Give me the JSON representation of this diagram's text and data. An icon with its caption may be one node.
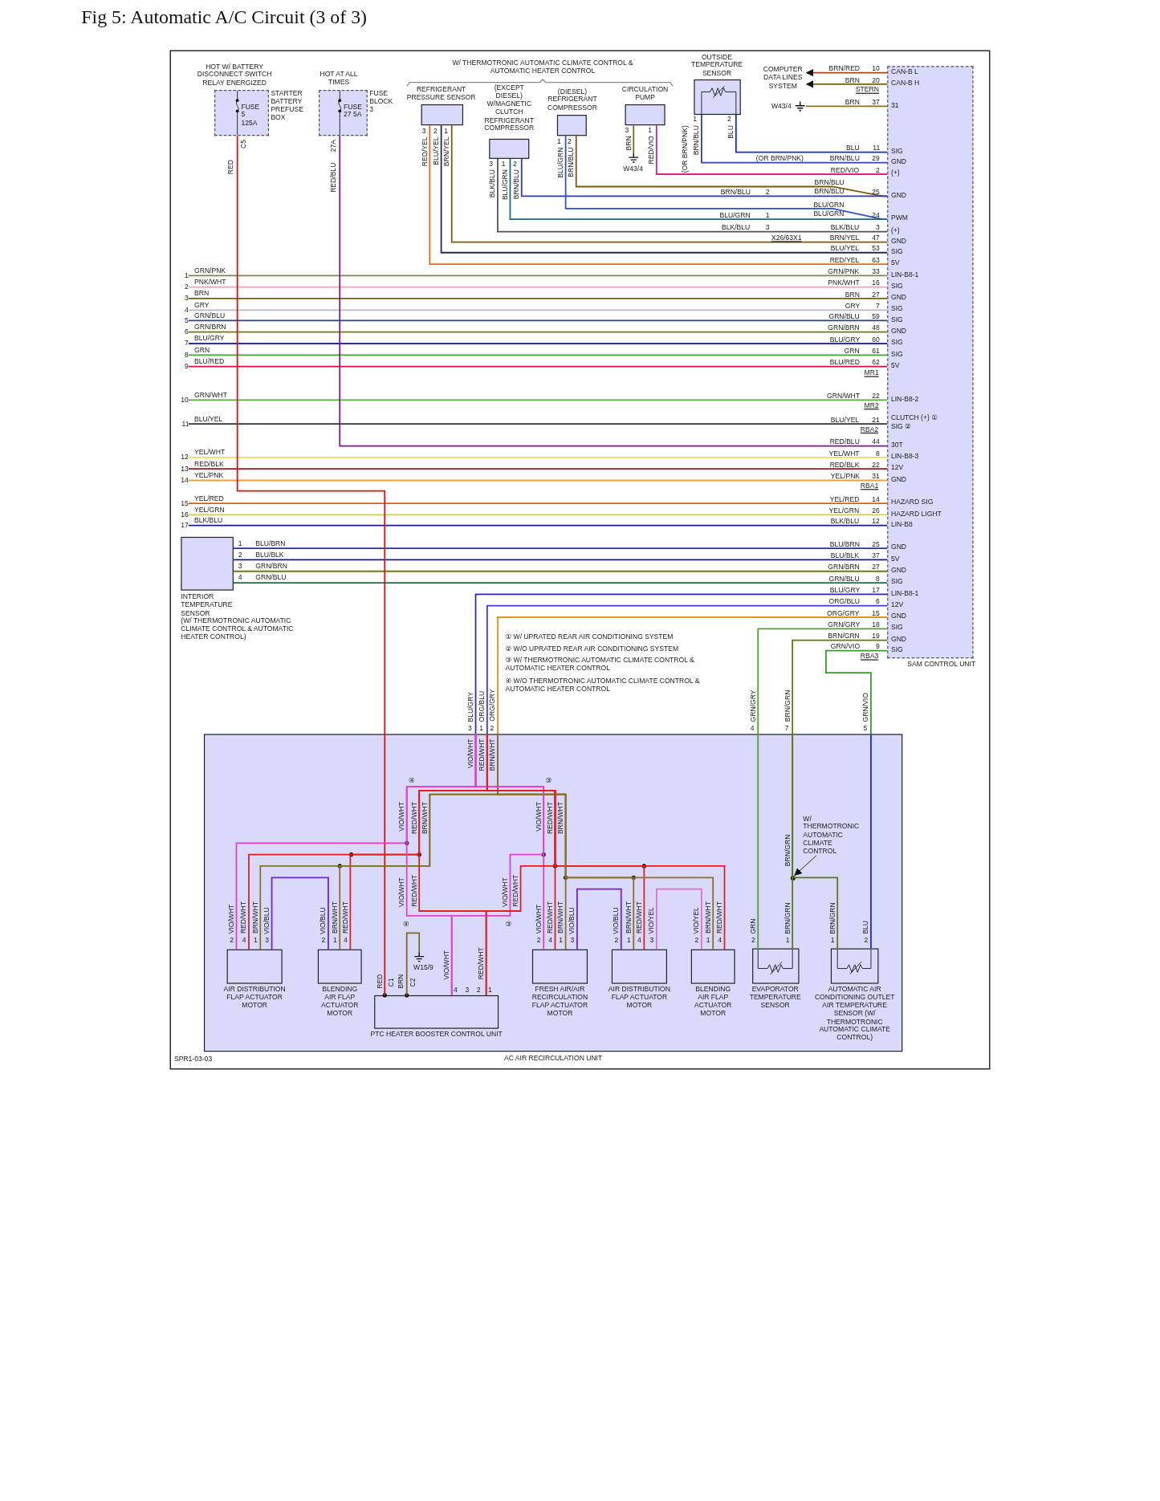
{
  "diagram": {
    "title": "Fig 5: Automatic A/C Circuit (3 of 3)",
    "nodes": [
      {
        "text": [
          "FUSE 5 125A",
          "STARTER BATTERY PREFUSE BOX"
        ],
        "beside": [
          "HOT W/ BATTERY DISCONNECT SWITCH RELAY ENERGIZED",
          "C5"
        ]
      },
      {
        "text": [
          "FUSE 27 5A",
          "FUSE BLOCK 3"
        ],
        "beside": [
          "HOT AT ALL TIMES",
          "27A"
        ]
      },
      {
        "text": [
          "REFRIGERANT PRESSURE SENSOR"
        ],
        "beside": [
          "3",
          "2",
          "1"
        ]
      },
      {
        "text": [
          "(EXCEPT DIESEL) W/MAGNETIC CLUTCH REFRIGERANT COMPRESSOR"
        ],
        "beside": [
          "3",
          "1",
          "2"
        ]
      },
      {
        "text": [
          "(DIESEL) REFRIGERANT COMPRESSOR"
        ],
        "beside": [
          "1",
          "2"
        ]
      },
      {
        "text": [
          "CIRCULATION PUMP"
        ],
        "beside": [
          "3",
          "1"
        ]
      },
      {
        "text": [
          "OUTSIDE TEMPERATURE SENSOR"
        ],
        "beside": [
          "1",
          "2"
        ]
      },
      {
        "text": [
          "COMPUTER DATA LINES SYSTEM"
        ]
      },
      {
        "text": [
          "W43/4"
        ]
      },
      {
        "text": [
          "W43/4"
        ]
      },
      {
        "text": [
          "SAM CONTROL UNIT",
          "CAN-B L",
          "CAN-B H",
          "31",
          "SIG",
          "GND",
          "(+)",
          "GND",
          "PWM",
          "(+)",
          "GND",
          "SIG",
          "5V",
          "LIN-B8-1",
          "SIG",
          "GND",
          "SIG",
          "SIG",
          "GND",
          "SIG",
          "SIG",
          "5V",
          "LIN-B8-2",
          "CLUTCH (+) ①",
          "SIG ②",
          "30T",
          "LIN-B8-3",
          "12V",
          "GND",
          "HAZARD SIG",
          "HAZARD LIGHT",
          "LIN-B8",
          "GND",
          "5V",
          "GND",
          "SIG",
          "LIN-B8-1",
          "12V",
          "GND",
          "SIG",
          "GND",
          "SIG"
        ],
        "beside": [
          "10",
          "20",
          "37",
          "11",
          "29",
          "2",
          "25",
          "24",
          "3",
          "47",
          "53",
          "63",
          "33",
          "16",
          "27",
          "7",
          "59",
          "48",
          "60",
          "61",
          "62",
          "22",
          "21",
          "44",
          "8",
          "22",
          "31",
          "14",
          "26",
          "12",
          "25",
          "37",
          "27",
          "8",
          "17",
          "6",
          "15",
          "18",
          "19",
          "9"
        ]
      },
      {
        "text": [
          "INTERIOR TEMPERATURE SENSOR",
          "(W/ THERMOTRONIC AUTOMATIC CLIMATE CONTROL & AUTOMATIC HEATER CONTROL)"
        ],
        "beside": [
          "1",
          "2",
          "3",
          "4"
        ]
      },
      {
        "text": [
          "AC AIR RECIRCULATION UNIT"
        ],
        "beside": [
          "3",
          "1",
          "2",
          "4",
          "7",
          "5"
        ]
      },
      {
        "text": [
          "AIR DISTRIBUTION FLAP ACTUATOR MOTOR"
        ],
        "beside": [
          "2",
          "4",
          "1",
          "3"
        ],
        "in": 12
      },
      {
        "text": [
          "BLENDING AIR FLAP ACTUATOR MOTOR"
        ],
        "beside": [
          "2",
          "1",
          "4"
        ],
        "in": 12
      },
      {
        "text": [
          "PTC HEATER BOOSTER CONTROL UNIT"
        ],
        "beside": [
          "C1",
          "C2",
          "4",
          "3",
          "2",
          "1"
        ],
        "in": 12
      },
      {
        "text": [
          "W15/9"
        ],
        "in": 12
      },
      {
        "text": [
          "FRESH AIR/AIR RECIRCULATION FLAP ACTUATOR MOTOR"
        ],
        "beside": [
          "2",
          "4",
          "1",
          "3"
        ],
        "in": 12
      },
      {
        "text": [
          "AIR DISTRIBUTION FLAP ACTUATOR MOTOR"
        ],
        "beside": [
          "2",
          "1",
          "4",
          "3"
        ],
        "in": 12
      },
      {
        "text": [
          "BLENDING AIR FLAP ACTUATOR MOTOR"
        ],
        "beside": [
          "2",
          "1",
          "4"
        ],
        "in": 12
      },
      {
        "text": [
          "EVAPORATOR TEMPERATURE SENSOR"
        ],
        "beside": [
          "2",
          "1"
        ],
        "in": 12
      },
      {
        "text": [
          "AUTOMATIC AIR CONDITIONING OUTLET AIR TEMPERATURE SENSOR (W/ THERMOTRONIC AUTOMATIC CLIMATE CONTROL)"
        ],
        "beside": [
          "1",
          "2"
        ],
        "in": 12
      },
      {
        "text": [
          "W/ THERMOTRONIC AUTOMATIC CLIMATE CONTROL"
        ],
        "in": 12
      },
      {
        "text": [
          "1"
        ]
      },
      {
        "text": [
          "2"
        ]
      },
      {
        "text": [
          "3"
        ]
      },
      {
        "text": [
          "4"
        ]
      },
      {
        "text": [
          "5"
        ]
      },
      {
        "text": [
          "6"
        ]
      },
      {
        "text": [
          "7"
        ]
      },
      {
        "text": [
          "8"
        ]
      },
      {
        "text": [
          "9"
        ]
      },
      {
        "text": [
          "10"
        ]
      },
      {
        "text": [
          "11"
        ]
      },
      {
        "text": [
          "12"
        ]
      },
      {
        "text": [
          "13"
        ]
      },
      {
        "text": [
          "14"
        ]
      },
      {
        "text": [
          "15"
        ]
      },
      {
        "text": [
          "16"
        ]
      },
      {
        "text": [
          "17"
        ]
      },
      {
        "text": [],
        "shape": "circle",
        "in": 12
      }
    ],
    "edges": [
      {
        "from": 10,
        "to": 7,
        "arrow": "to",
        "label": "BRN/RED",
        "color": "#b0401c"
      },
      {
        "from": 10,
        "to": 7,
        "arrow": "to",
        "label": "BRN",
        "color": "#7b5b12"
      },
      {
        "from": 9,
        "to": 10,
        "arrow": "none",
        "label": "BRN",
        "color": "#8a7020"
      },
      {
        "from": 6,
        "to": 10,
        "arrow": "none",
        "label": "BLU",
        "color": "#1a2ad0"
      },
      {
        "from": 6,
        "to": 10,
        "arrow": "none",
        "label": "BRN/BLU",
        "color": "#2a40c0"
      },
      {
        "from": 5,
        "to": 10,
        "arrow": "none",
        "label": "RED/VIO",
        "color": "#e0208a"
      },
      {
        "from": 5,
        "to": 8,
        "arrow": "none",
        "label": "BRN",
        "color": "#7b6a20"
      },
      {
        "from": 4,
        "to": 10,
        "arrow": "none",
        "label": "BRN/BLU",
        "color": "#7b5b12"
      },
      {
        "from": 3,
        "to": 10,
        "arrow": "none",
        "label": "BRN/BLU",
        "color": "#2a3ab0"
      },
      {
        "from": 4,
        "to": 10,
        "arrow": "none",
        "label": "BLU/GRN",
        "color": "#2a50d0"
      },
      {
        "from": 3,
        "to": 10,
        "arrow": "none",
        "label": "BLU/GRN",
        "color": "#1a6a7a"
      },
      {
        "from": 3,
        "to": 10,
        "arrow": "none",
        "label": "BLK/BLU",
        "color": "#505050"
      },
      {
        "from": 2,
        "to": 10,
        "arrow": "none",
        "label": "BRN/YEL",
        "color": "#7b5b12"
      },
      {
        "from": 2,
        "to": 10,
        "arrow": "none",
        "label": "BLU/YEL",
        "color": "#202860"
      },
      {
        "from": 2,
        "to": 10,
        "arrow": "none",
        "label": "RED/YEL",
        "color": "#e86a10"
      },
      {
        "from": 23,
        "to": 10,
        "arrow": "none",
        "label": "GRN/PNK",
        "color": "#7a8a40"
      },
      {
        "from": 24,
        "to": 10,
        "arrow": "none",
        "label": "PNK/WHT",
        "color": "#f0a0b4"
      },
      {
        "from": 25,
        "to": 10,
        "arrow": "none",
        "label": "BRN",
        "color": "#7b5b12"
      },
      {
        "from": 26,
        "to": 10,
        "arrow": "none",
        "label": "GRY",
        "color": "#b8b8b8"
      },
      {
        "from": 27,
        "to": 10,
        "arrow": "none",
        "label": "GRN/BLU",
        "color": "#2040b0"
      },
      {
        "from": 28,
        "to": 10,
        "arrow": "none",
        "label": "GRN/BRN",
        "color": "#6b7a10"
      },
      {
        "from": 29,
        "to": 10,
        "arrow": "none",
        "label": "BLU/GRY",
        "color": "#2030c0"
      },
      {
        "from": 30,
        "to": 10,
        "arrow": "none",
        "label": "GRN",
        "color": "#40a828"
      },
      {
        "from": 31,
        "to": 10,
        "arrow": "none",
        "label": "BLU/RED",
        "color": "#d01040"
      },
      {
        "from": 32,
        "to": 10,
        "arrow": "none",
        "label": "GRN/WHT",
        "color": "#50b030"
      },
      {
        "from": 33,
        "to": 10,
        "arrow": "none",
        "label": "BLU/YEL",
        "color": "#303040"
      },
      {
        "from": 1,
        "to": 10,
        "arrow": "none",
        "label": "RED/BLU",
        "color": "#7a1a8a"
      },
      {
        "from": 34,
        "to": 10,
        "arrow": "none",
        "label": "YEL/WHT",
        "color": "#e8e050"
      },
      {
        "from": 35,
        "to": 10,
        "arrow": "none",
        "label": "RED/BLK",
        "color": "#a01818"
      },
      {
        "from": 36,
        "to": 10,
        "arrow": "none",
        "label": "YEL/PNK",
        "color": "#f0a030"
      },
      {
        "from": 37,
        "to": 10,
        "arrow": "none",
        "label": "YEL/RED",
        "color": "#e06010"
      },
      {
        "from": 38,
        "to": 10,
        "arrow": "none",
        "label": "YEL/GRN",
        "color": "#c8d820"
      },
      {
        "from": 39,
        "to": 10,
        "arrow": "none",
        "label": "BLK/BLU",
        "color": "#1a1a90"
      },
      {
        "from": 11,
        "to": 10,
        "arrow": "none",
        "label": "BLU/BRN",
        "color": "#2030a0"
      },
      {
        "from": 11,
        "to": 10,
        "arrow": "none",
        "label": "BLU/BLK",
        "color": "#1a1a90"
      },
      {
        "from": 11,
        "to": 10,
        "arrow": "none",
        "label": "GRN/BRN",
        "color": "#6b7a10"
      },
      {
        "from": 11,
        "to": 10,
        "arrow": "none",
        "label": "GRN/BLU",
        "color": "#2a6a40"
      },
      {
        "from": 10,
        "to": 12,
        "arrow": "none",
        "label": "BLU/GRY",
        "color": "#2a2ac0"
      },
      {
        "from": 10,
        "to": 12,
        "arrow": "none",
        "label": "ORG/BLU",
        "color": "#3a3ad0"
      },
      {
        "from": 10,
        "to": 12,
        "arrow": "none",
        "label": "ORG/GRY",
        "color": "#e8901a"
      },
      {
        "from": 10,
        "to": 12,
        "arrow": "none",
        "label": "GRN/GRY",
        "color": "#50a030"
      },
      {
        "from": 10,
        "to": 12,
        "arrow": "none",
        "label": "BRN/GRN",
        "color": "#5a7a10"
      },
      {
        "from": 10,
        "to": 12,
        "arrow": "none",
        "label": "GRN/VIO",
        "color": "#3a9a30"
      },
      {
        "from": 0,
        "to": 15,
        "arrow": "none",
        "label": "RED",
        "color": "#e01010"
      },
      {
        "from": 12,
        "to": 13,
        "arrow": "none",
        "label": "VIO/WHT",
        "color": "#e040d0"
      },
      {
        "from": 12,
        "to": 13,
        "arrow": "none",
        "label": "RED/WHT",
        "color": "#e02020"
      },
      {
        "from": 12,
        "to": 13,
        "arrow": "none",
        "label": "BRN/WHT",
        "color": "#8a7020"
      },
      {
        "from": 12,
        "to": 14,
        "arrow": "none",
        "label": "RED/WHT",
        "color": "#e02020"
      },
      {
        "from": 12,
        "to": 14,
        "arrow": "none",
        "label": "BRN/WHT",
        "color": "#8a7020"
      },
      {
        "from": 13,
        "to": 14,
        "arrow": "none",
        "label": "VIO/BLU",
        "color": "#7020e0"
      },
      {
        "from": 12,
        "to": 15,
        "arrow": "none",
        "label": "VIO/WHT",
        "color": "#e040d0"
      },
      {
        "from": 12,
        "to": 15,
        "arrow": "none",
        "label": "RED/WHT",
        "color": "#e02020"
      },
      {
        "from": 15,
        "to": 16,
        "arrow": "none",
        "label": "BRN",
        "color": "#7b6a20"
      },
      {
        "from": 12,
        "to": 17,
        "arrow": "none",
        "label": "VIO/WHT",
        "color": "#e040d0"
      },
      {
        "from": 12,
        "to": 17,
        "arrow": "none",
        "label": "RED/WHT",
        "color": "#e02020"
      },
      {
        "from": 12,
        "to": 17,
        "arrow": "none",
        "label": "BRN/WHT",
        "color": "#8a7020"
      },
      {
        "from": 12,
        "to": 18,
        "arrow": "none",
        "label": "RED/WHT",
        "color": "#e02020"
      },
      {
        "from": 12,
        "to": 18,
        "arrow": "none",
        "label": "BRN/WHT",
        "color": "#8a7020"
      },
      {
        "from": 12,
        "to": 19,
        "arrow": "none",
        "label": "RED/WHT",
        "color": "#e02020"
      },
      {
        "from": 12,
        "to": 19,
        "arrow": "none",
        "label": "BRN/WHT",
        "color": "#8a7020"
      },
      {
        "from": 17,
        "to": 18,
        "arrow": "none",
        "label": "VIO/BLU",
        "color": "#7020e0"
      },
      {
        "from": 18,
        "to": 19,
        "arrow": "none",
        "label": "VIO/YEL",
        "color": "#e070c8"
      },
      {
        "from": 12,
        "to": 20,
        "arrow": "none",
        "label": "GRN",
        "color": "#50a030"
      },
      {
        "from": 12,
        "to": 20,
        "arrow": "none",
        "label": "BRN/GRN",
        "color": "#5a7a10"
      },
      {
        "from": 12,
        "to": 21,
        "arrow": "none",
        "label": "BRN/GRN",
        "color": "#5a7a10"
      },
      {
        "from": 12,
        "to": 21,
        "arrow": "none",
        "label": "BLU",
        "color": "#1a2ad0"
      },
      {
        "from": 22,
        "to": 40,
        "arrow": "to",
        "color": "#222222"
      },
      {
        "from": 12,
        "to": 15,
        "arrow": "none",
        "color": "#e040d0"
      },
      {
        "from": 12,
        "to": 15,
        "arrow": "none",
        "color": "#e02020"
      }
    ],
    "labels": [
      "W/ THERMOTRONIC AUTOMATIC CLIMATE CONTROL & AUTOMATIC HEATER CONTROL",
      "RED",
      "RED/BLU",
      "RED/YEL",
      "BLU/YEL",
      "BRN/YEL",
      "BLK/BLU",
      "BLU/GRN",
      "BRN/BLU",
      "BLU/GRN",
      "BRN/BLU",
      "RED/VIO",
      "(OR BRN/PNK)",
      "BRN/BLU",
      "BLU",
      "STERN",
      "(OR BRN/PNK)",
      "BRN/BLU",
      "BLU/GRN",
      "BLK/BLU",
      "2",
      "1",
      "3",
      "X26/63X1",
      "GRN/PNK",
      "PNK/WHT",
      "BRN",
      "GRY",
      "GRN/BLU",
      "GRN/BRN",
      "BLU/GRY",
      "GRN",
      "BLU/RED",
      "GRN/WHT",
      "BLU/YEL",
      "YEL/WHT",
      "RED/BLK",
      "YEL/PNK",
      "YEL/RED",
      "YEL/GRN",
      "BLK/BLU",
      "MR1",
      "MR2",
      "RBA2",
      "RBA1",
      "BLU/BRN",
      "BLU/BLK",
      "GRN/BRN",
      "GRN/BLU",
      "RBA3",
      "① W/ UPRATED REAR AIR CONDITIONING SYSTEM",
      "② W/O UPRATED REAR AIR CONDITIONING SYSTEM",
      "③ W/ THERMOTRONIC AUTOMATIC CLIMATE CONTROL & AUTOMATIC HEATER CONTROL",
      "④ W/O THERMOTRONIC AUTOMATIC CLIMATE CONTROL & AUTOMATIC HEATER CONTROL",
      "BLU/GRY",
      "ORG/BLU",
      "ORG/GRY",
      "GRN/GRY",
      "BRN/GRN",
      "GRN/VIO",
      "VIO/WHT",
      "RED/WHT",
      "BRN/WHT",
      "④",
      "③",
      "VIO/WHT",
      "RED/WHT",
      "BRN/WHT",
      "VIO/WHT",
      "RED/WHT",
      "BRN/WHT",
      "BRN/GRN",
      "VIO/WHT",
      "RED/WHT",
      "④",
      "VIO/WHT",
      "RED/WHT",
      "③",
      "VIO/BLU",
      "VIO/BLU",
      "VIO/YEL",
      "SPR1-03-03"
    ]
  }
}
